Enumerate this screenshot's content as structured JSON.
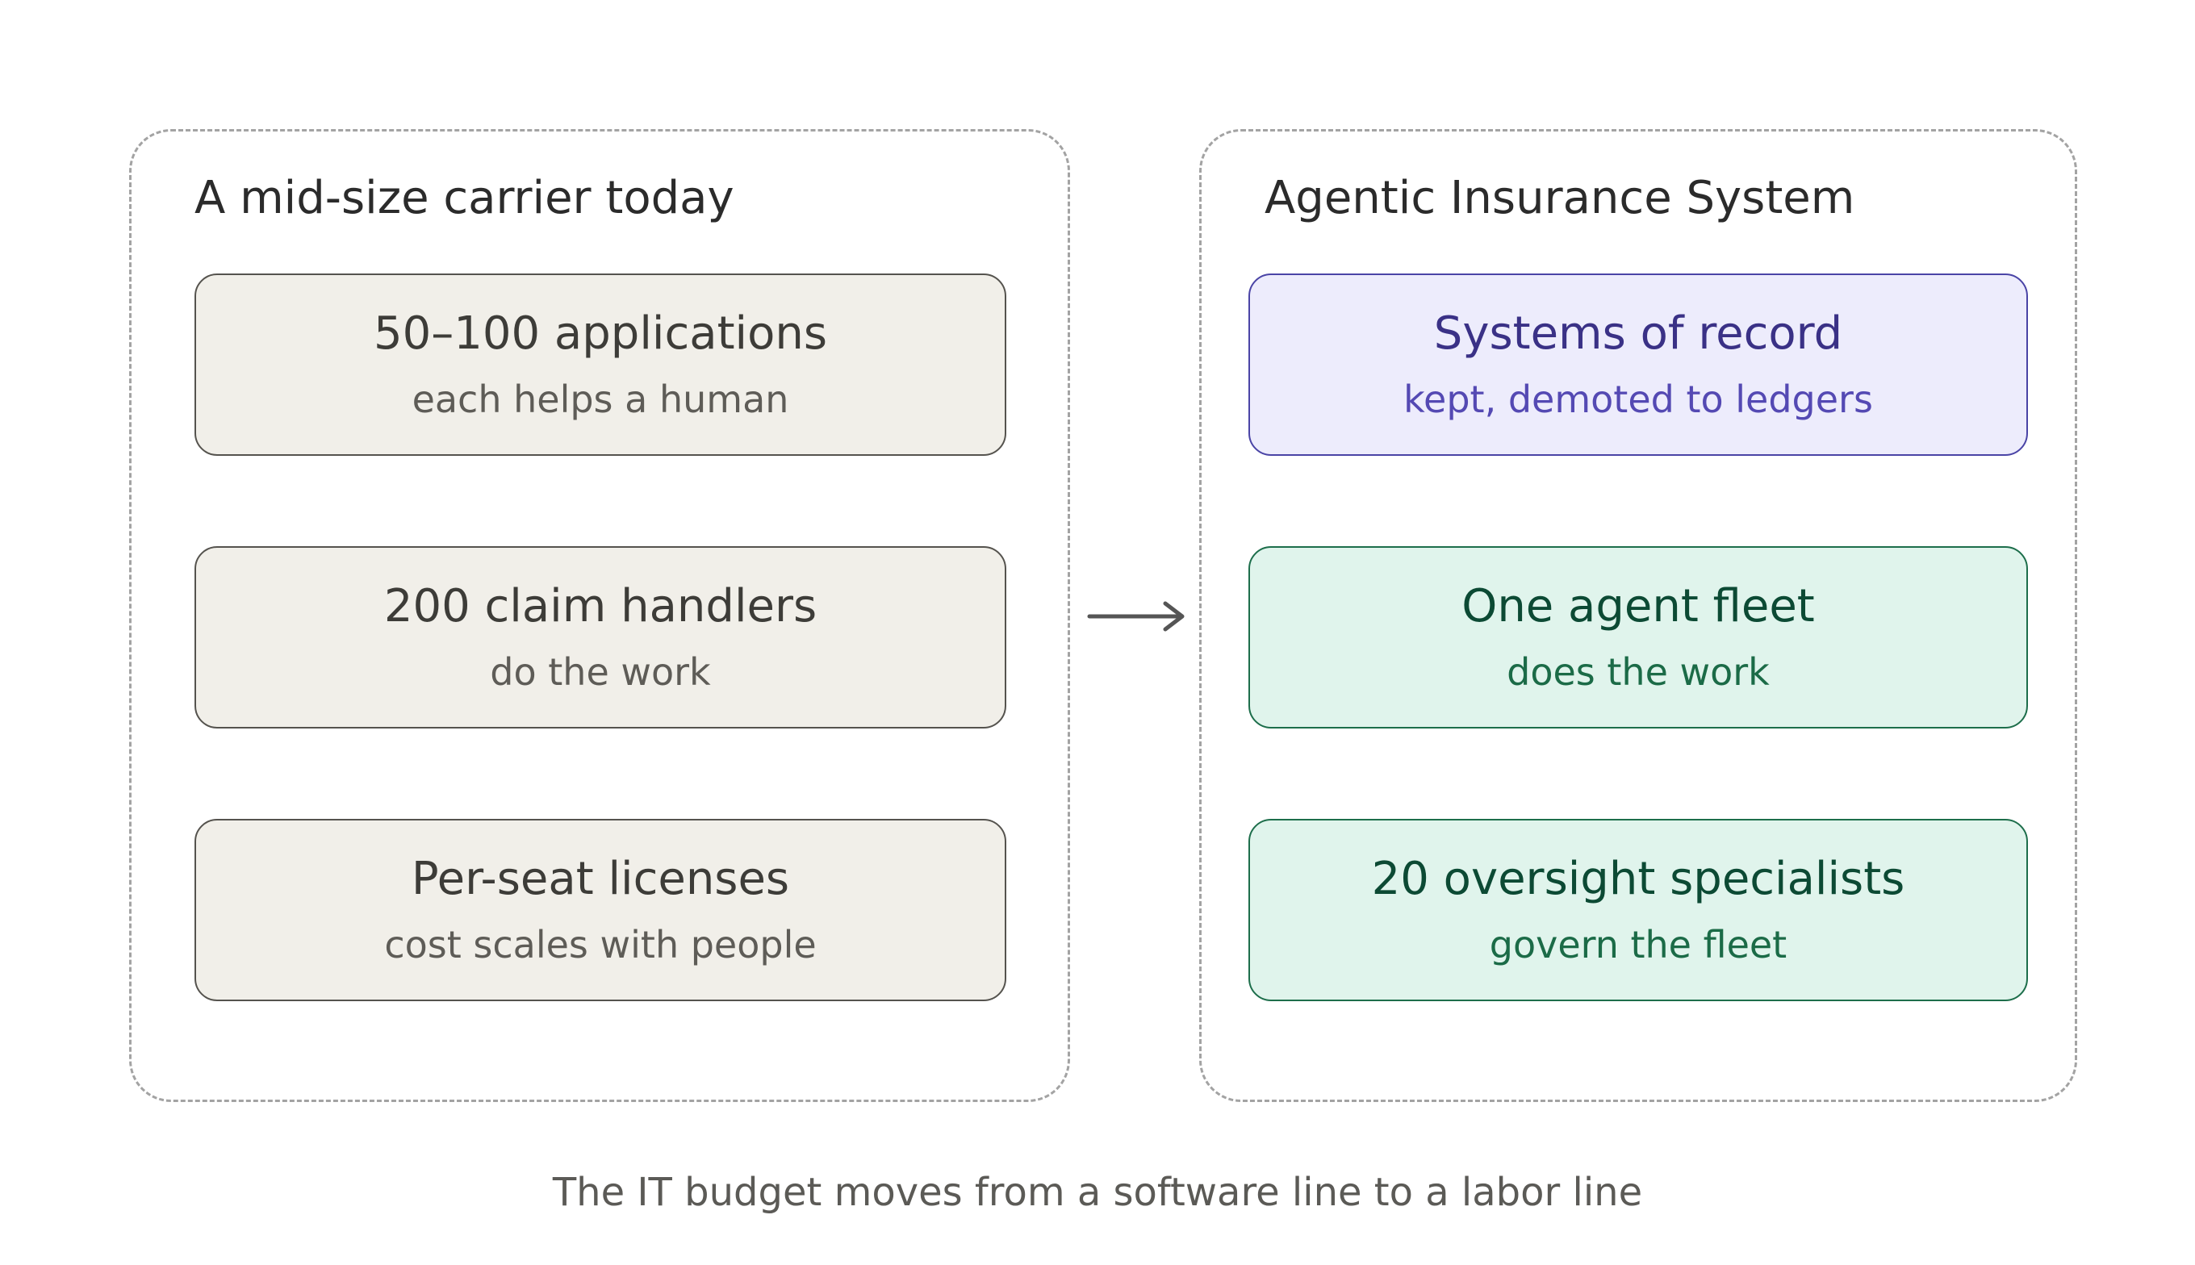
{
  "left_group": {
    "title": "A mid-size carrier today",
    "boxes": [
      {
        "title": "50–100 applications",
        "subtitle": "each helps a human"
      },
      {
        "title": "200 claim handlers",
        "subtitle": "do the work"
      },
      {
        "title": "Per-seat licenses",
        "subtitle": "cost scales with people"
      }
    ]
  },
  "right_group": {
    "title": "Agentic Insurance System",
    "boxes": [
      {
        "title": "Systems of record",
        "subtitle": "kept, demoted to ledgers"
      },
      {
        "title": "One agent fleet",
        "subtitle": "does the work"
      },
      {
        "title": "20 oversight specialists",
        "subtitle": "govern the fleet"
      }
    ]
  },
  "caption": "The IT budget moves from a software line to a labor line",
  "colors": {
    "neutral_fill": "#f1efe9",
    "neutral_stroke": "#55534e",
    "purple_fill": "#edecfc",
    "purple_stroke": "#4a44a6",
    "green_fill": "#e0f4ec",
    "green_stroke": "#1d6e4b",
    "dashed_border": "#a3a3a3",
    "arrow": "#555555"
  }
}
